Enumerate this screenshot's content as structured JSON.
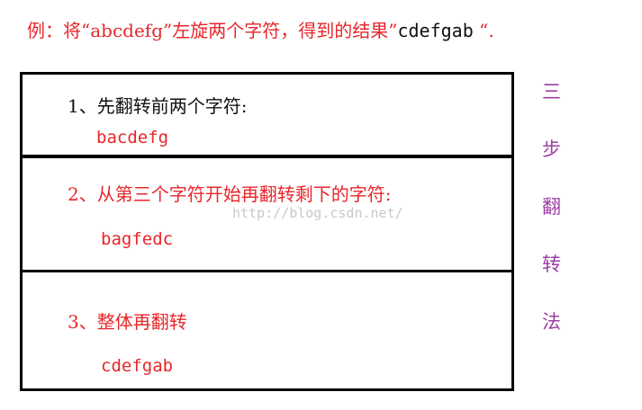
{
  "title": {
    "prefix": "例：将“abcdefg”左旋两个字符，得到的结果”",
    "result": "cdefgab",
    "suffix": " “."
  },
  "steps": [
    {
      "heading": "1、先翻转前两个字符:",
      "result": "bacdefg"
    },
    {
      "heading": "2、从第三个字符开始再翻转剩下的字符:",
      "result": "bagfedc"
    },
    {
      "heading": "3、整体再翻转",
      "result": "cdefgab"
    }
  ],
  "watermark": "http://blog.csdn.net/",
  "side_label": [
    "三",
    "步",
    "翻",
    "转",
    "法"
  ],
  "colors": {
    "red": "#e8262a",
    "purple": "#9b3fa3",
    "text": "#111111",
    "border": "#000000"
  }
}
